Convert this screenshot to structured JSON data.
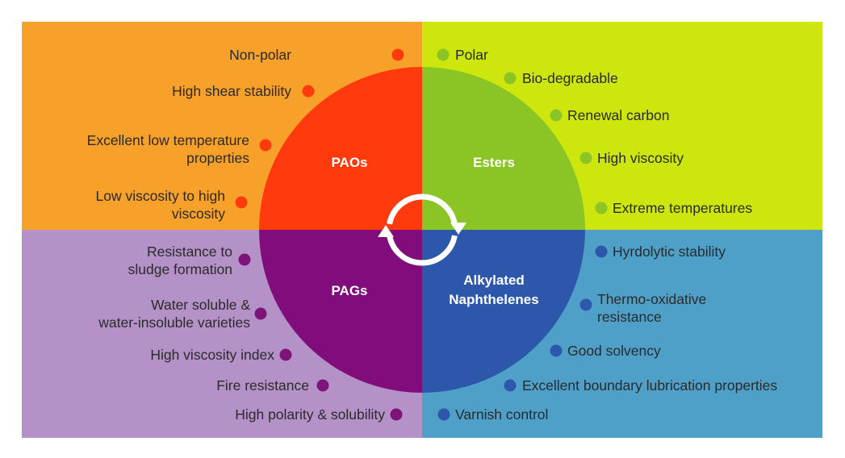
{
  "quadrants": {
    "paos": {
      "label": [
        "PAOs"
      ],
      "quadrant_color": "#F7A12A",
      "circle_color": "#FF3B0E",
      "dot_color": "#FF3B0E",
      "properties": [
        [
          "Non-polar"
        ],
        [
          "High shear stability"
        ],
        [
          "Excellent low temperature",
          "properties"
        ],
        [
          "Low viscosity to high",
          "viscosity"
        ]
      ]
    },
    "esters": {
      "label": [
        "Esters"
      ],
      "quadrant_color": "#CDE60E",
      "circle_color": "#8AC525",
      "dot_color": "#8AC525",
      "properties": [
        [
          "Polar"
        ],
        [
          "Bio-degradable"
        ],
        [
          "Renewal carbon"
        ],
        [
          "High viscosity"
        ],
        [
          "Extreme temperatures"
        ]
      ]
    },
    "pags": {
      "label": [
        "PAGs"
      ],
      "quadrant_color": "#B491C7",
      "circle_color": "#810C7B",
      "dot_color": "#7E1378",
      "properties": [
        [
          "Resistance to",
          "sludge formation"
        ],
        [
          "Water soluble &",
          "water-insoluble varieties"
        ],
        [
          "High viscosity index"
        ],
        [
          "Fire resistance"
        ],
        [
          "High polarity & solubility"
        ]
      ]
    },
    "alkylated_naphthalenes": {
      "label": [
        "Alkylated",
        "Naphthelenes"
      ],
      "quadrant_color": "#4FA0C8",
      "circle_color": "#2D57AA",
      "dot_color": "#2D57AA",
      "properties": [
        [
          "Hyrdolytic stability"
        ],
        [
          "Thermo-oxidative",
          "resistance"
        ],
        [
          "Good solvency"
        ],
        [
          "Excellent boundary lubrication properties"
        ],
        [
          "Varnish control"
        ]
      ]
    }
  },
  "center_icon": "circular-arrows-icon",
  "center_icon_color": "#FFFFFF"
}
